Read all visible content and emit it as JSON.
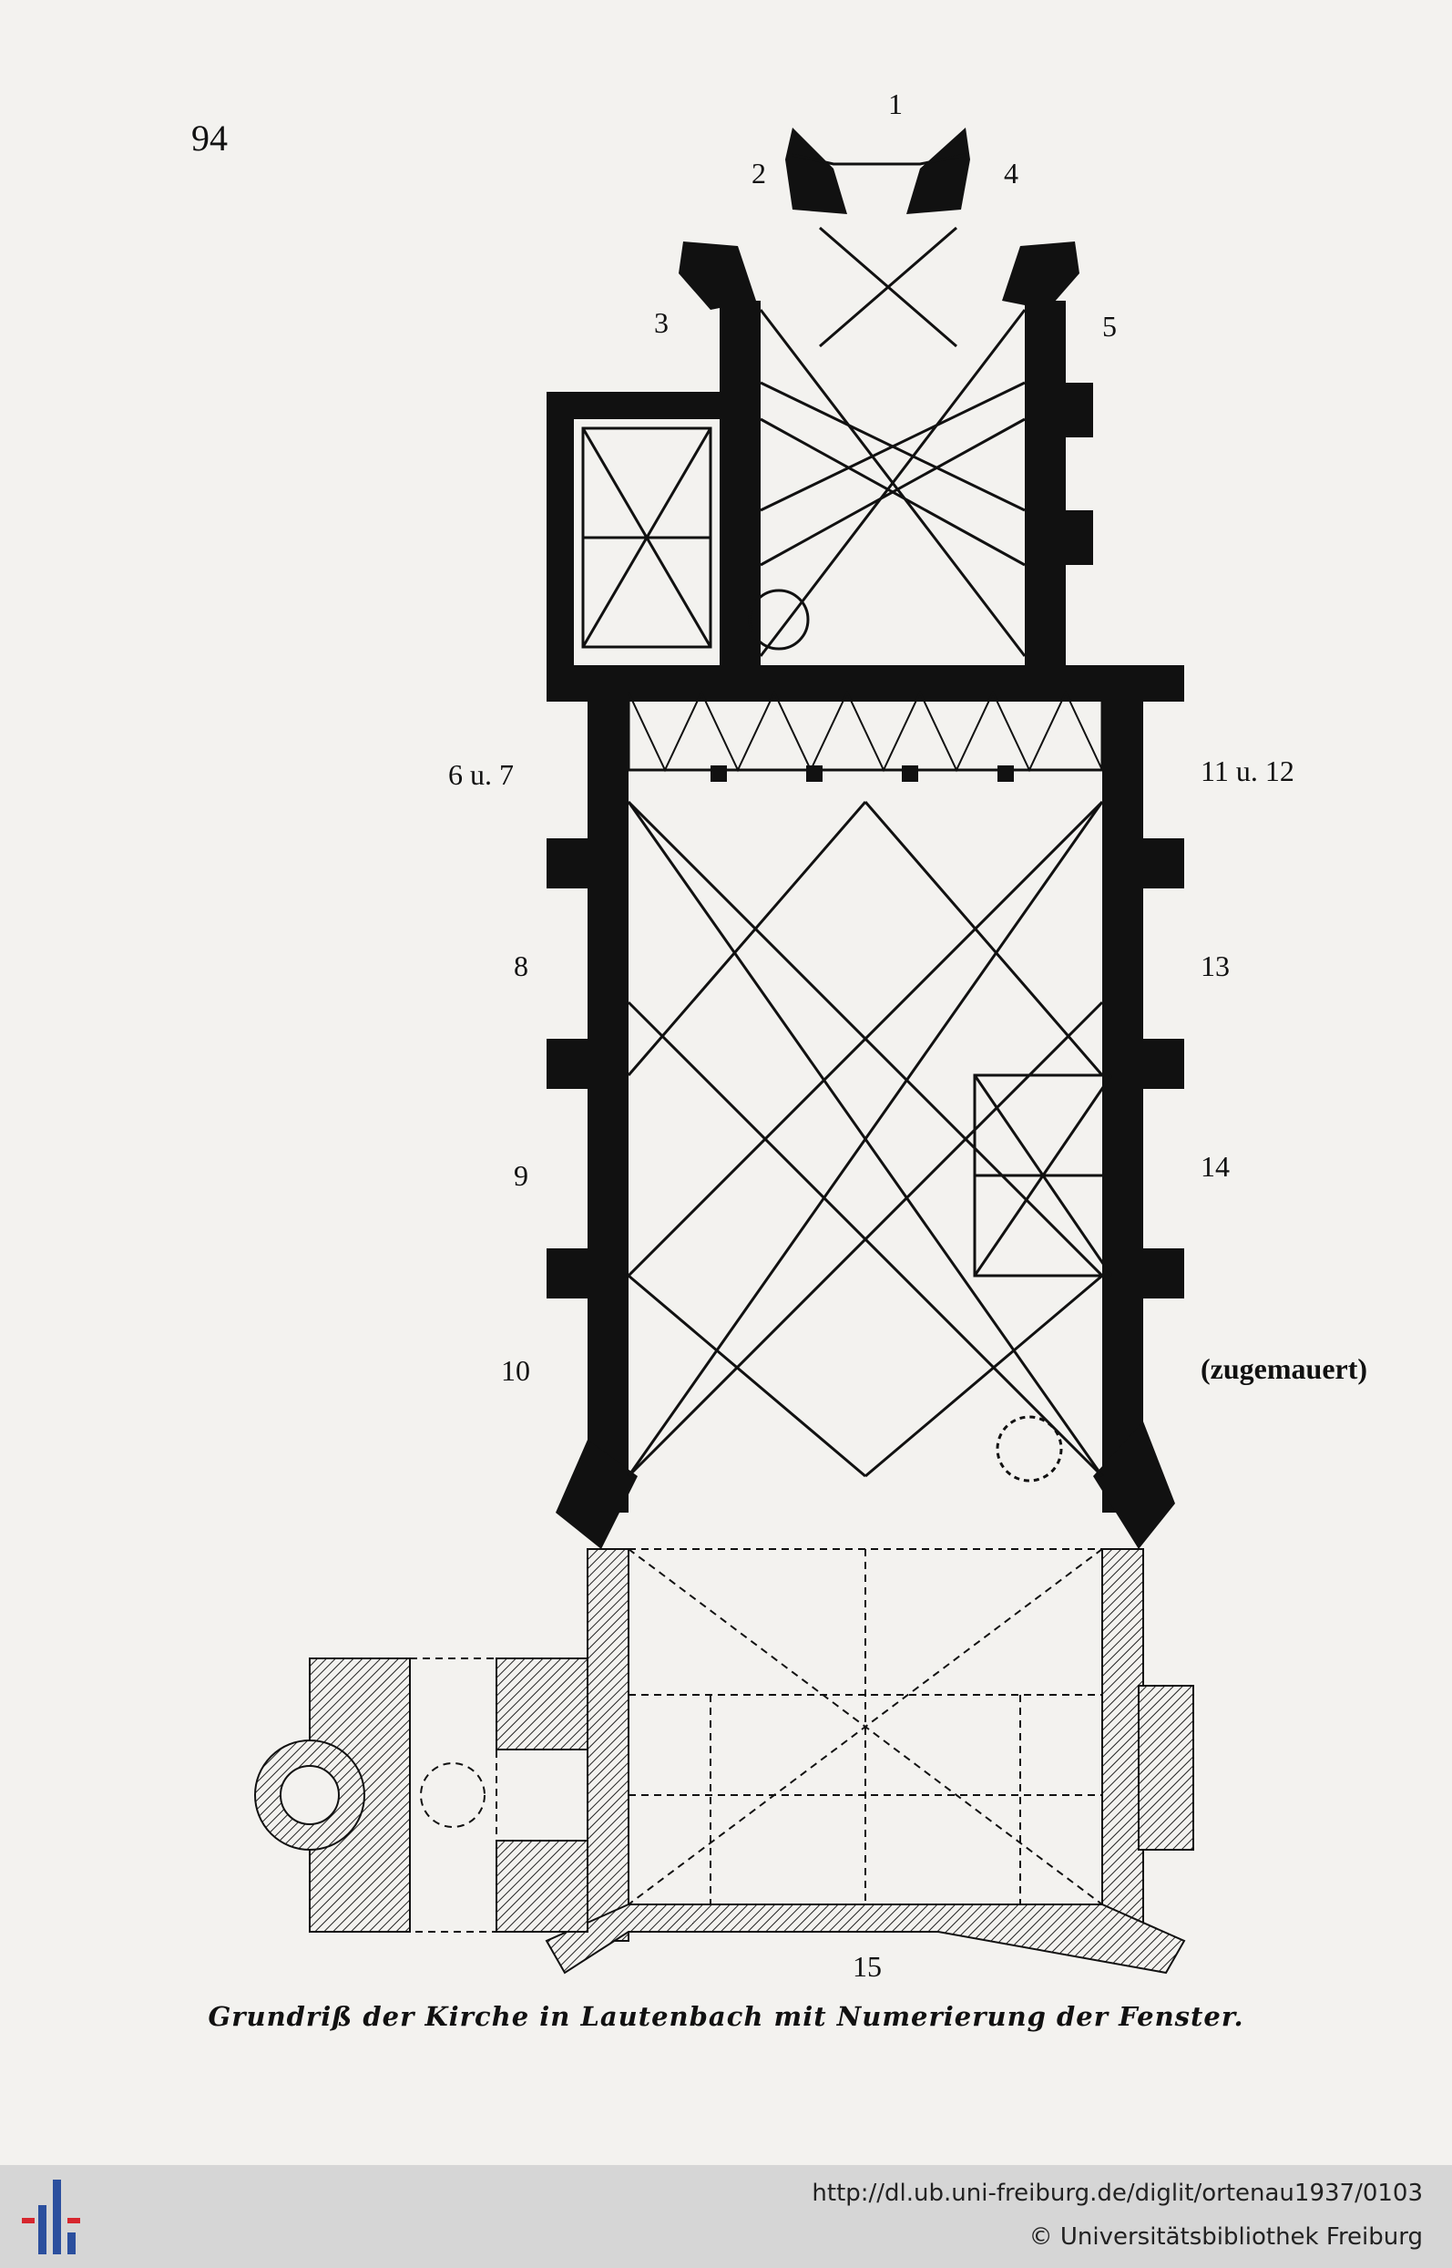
{
  "page": {
    "number": "94",
    "caption": "Grundriß der Kirche in Lautenbach mit Numerierung der Fenster."
  },
  "window_labels": [
    {
      "id": "w1",
      "text": "1"
    },
    {
      "id": "w2",
      "text": "2"
    },
    {
      "id": "w3",
      "text": "3"
    },
    {
      "id": "w4",
      "text": "4"
    },
    {
      "id": "w5",
      "text": "5"
    },
    {
      "id": "w6",
      "text": "6 u. 7"
    },
    {
      "id": "w8",
      "text": "8"
    },
    {
      "id": "w9",
      "text": "9"
    },
    {
      "id": "w10",
      "text": "10"
    },
    {
      "id": "w11",
      "text": "11 u. 12"
    },
    {
      "id": "w13",
      "text": "13"
    },
    {
      "id": "w14",
      "text": "14"
    },
    {
      "id": "wz",
      "text": "(zugemauert)"
    },
    {
      "id": "w15",
      "text": "15"
    }
  ],
  "footer": {
    "url": "http://dl.ub.uni-freiburg.de/diglit/ortenau1937/0103",
    "copyright": "© Universitätsbibliothek Freiburg",
    "logo_colors": {
      "blue": "#2b4f9e",
      "red": "#d7262e"
    }
  }
}
